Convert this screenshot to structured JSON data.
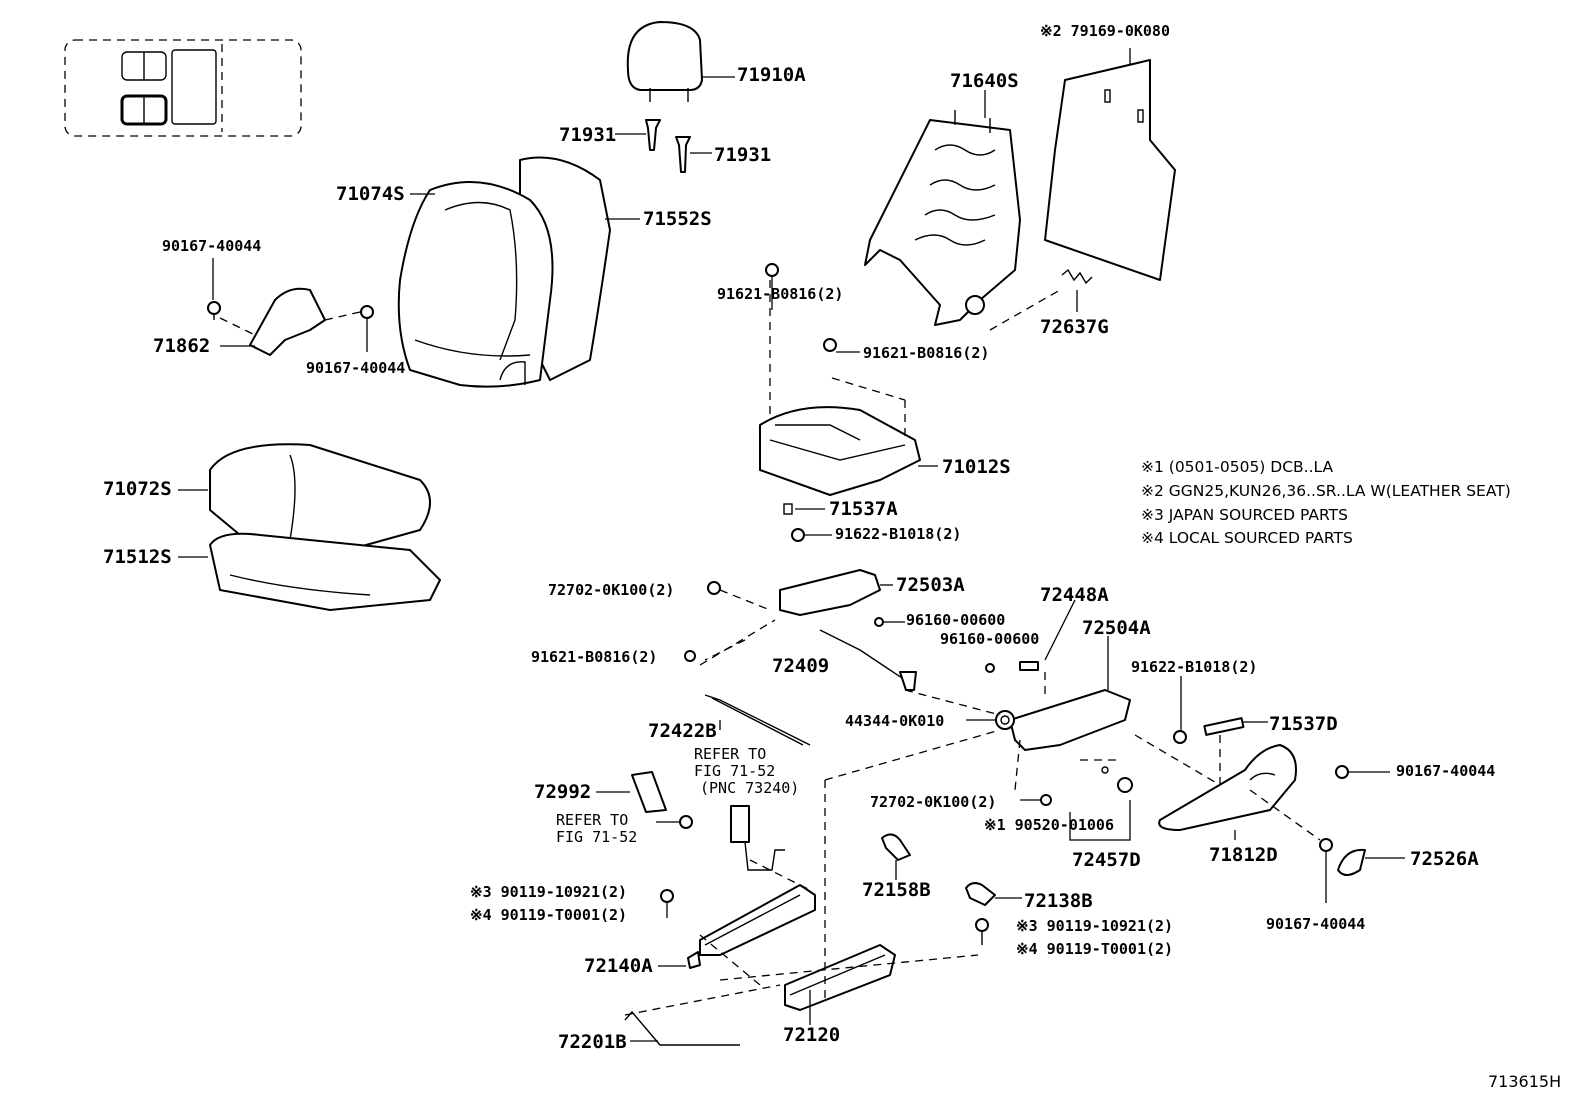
{
  "labels": {
    "l71910A": "71910A",
    "l71931a": "71931",
    "l71931b": "71931",
    "l71074S": "71074S",
    "l71552S": "71552S",
    "l90167_40044a": "90167-40044",
    "l71862": "71862",
    "l90167_40044b": "90167-40044",
    "l79169": "※2 79169-0K080",
    "l71640S": "71640S",
    "l72637G": "72637G",
    "l91621a": "91621-B0816(2)",
    "l91621b": "91621-B0816(2)",
    "l71012S": "71012S",
    "l71537A": "71537A",
    "l91622a": "91622-B1018(2)",
    "l71072S": "71072S",
    "l71512S": "71512S",
    "l72702a": "72702-0K100(2)",
    "l72503A": "72503A",
    "l96160a": "96160-00600",
    "l72448A": "72448A",
    "l96160b": "96160-00600",
    "l72504A": "72504A",
    "l91621c": "91621-B0816(2)",
    "l72409": "72409",
    "l91622b": "91622-B1018(2)",
    "l44344": "44344-0K010",
    "l71537D": "71537D",
    "l72422B": "72422B",
    "l90167_40044c": "90167-40044",
    "l72992": "72992",
    "l72702b": "72702-0K100(2)",
    "l90520": "※1 90520-01006",
    "l72457D": "72457D",
    "l71812D": "71812D",
    "l72526A": "72526A",
    "l90119a": "※3 90119-10921(2)",
    "l90119b": "※4 90119-T0001(2)",
    "l72158B": "72158B",
    "l72138B": "72138B",
    "l90119c": "※3 90119-10921(2)",
    "l90119d": "※4 90119-T0001(2)",
    "l90167_40044d": "90167-40044",
    "l72140A": "72140A",
    "l72120": "72120",
    "l72201B": "72201B"
  },
  "refs": {
    "refer1_line1": "REFER TO",
    "refer1_line2": "FIG 71-52",
    "refer1_line3": "(PNC 73240)",
    "refer2_line1": "REFER TO",
    "refer2_line2": "FIG 71-52"
  },
  "notes": [
    "※1 (0501-0505) DCB..LA",
    "※2 GGN25,KUN26,36..SR..LA W(LEATHER SEAT)",
    "※3 JAPAN SOURCED PARTS",
    "※4 LOCAL SOURCED PARTS"
  ],
  "figure_number": "713615H"
}
